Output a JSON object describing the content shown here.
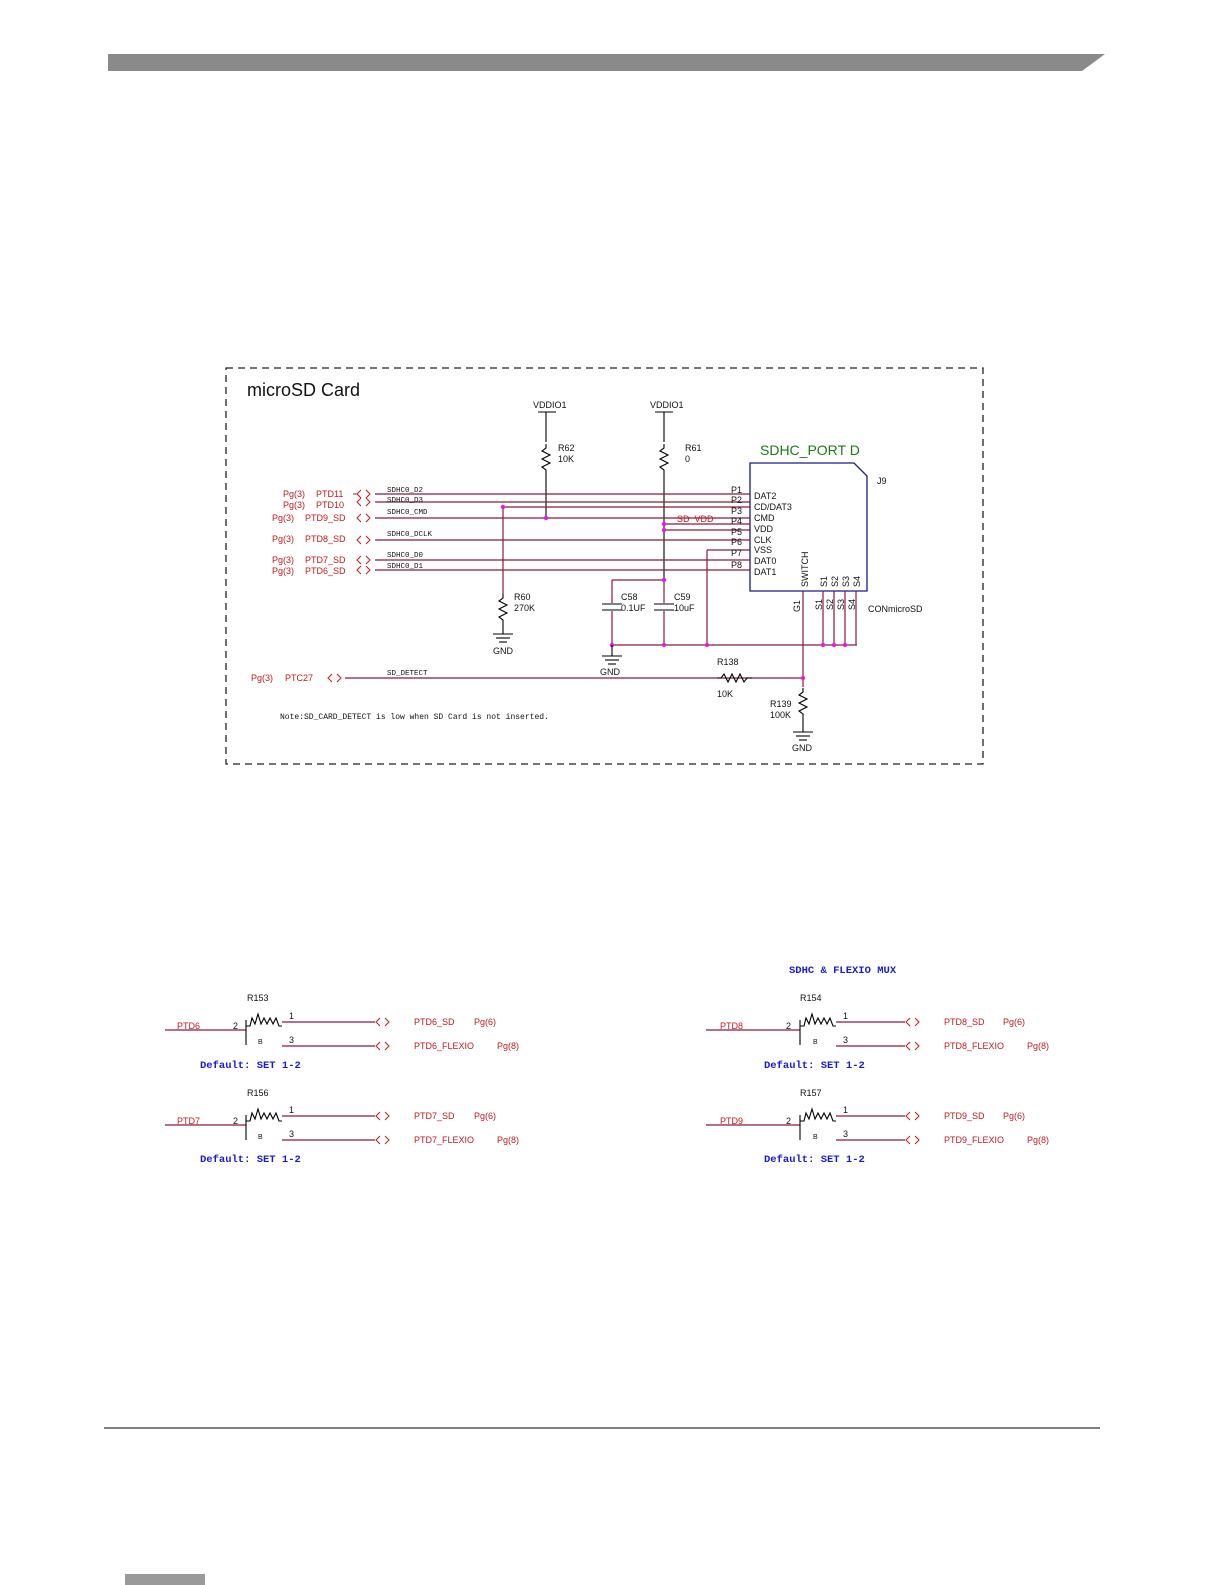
{
  "microsd": {
    "title": "microSD Card",
    "vddio_left": "VDDIO1",
    "vddio_right": "VDDIO1",
    "r62": {
      "ref": "R62",
      "val": "10K"
    },
    "r61": {
      "ref": "R61",
      "val": "0"
    },
    "r60": {
      "ref": "R60",
      "val": "270K"
    },
    "c58": {
      "ref": "C58",
      "val": "0.1UF"
    },
    "c59": {
      "ref": "C59",
      "val": "10uF"
    },
    "r138": {
      "ref": "R138",
      "val": "10K"
    },
    "r139": {
      "ref": "R139",
      "val": "100K"
    },
    "gnd": "GND",
    "port_label": "SDHC_PORT D",
    "j9": "J9",
    "connector": "CONmicroSD",
    "switch": "SWITCH",
    "g1": "G1",
    "sd_vdd": "SD_VDD",
    "note": "Note:SD_CARD_DETECT is low when SD Card is not inserted.",
    "nets": [
      {
        "pg": "Pg(3)",
        "port": "PTD11",
        "net": "SDHC0_D2"
      },
      {
        "pg": "Pg(3)",
        "port": "PTD10",
        "net": "SDHC0_D3"
      },
      {
        "pg": "Pg(3)",
        "port": "PTD9_SD",
        "net": "SDHC0_CMD"
      },
      {
        "pg": "Pg(3)",
        "port": "PTD8_SD",
        "net": "SDHC0_DCLK"
      },
      {
        "pg": "Pg(3)",
        "port": "PTD7_SD",
        "net": "SDHC0_D0"
      },
      {
        "pg": "Pg(3)",
        "port": "PTD6_SD",
        "net": "SDHC0_D1"
      },
      {
        "pg": "Pg(3)",
        "port": "PTC27",
        "net": "SD_DETECT"
      }
    ],
    "pins": [
      "P1",
      "P2",
      "P3",
      "P4",
      "P5",
      "P6",
      "P7",
      "P8"
    ],
    "pin_names": [
      "DAT2",
      "CD/DAT3",
      "CMD",
      "VDD",
      "CLK",
      "VSS",
      "DAT0",
      "DAT1"
    ],
    "s_top": [
      "S1",
      "S2",
      "S3",
      "S4"
    ],
    "s_bot": [
      "S1",
      "S2",
      "S3",
      "S4"
    ]
  },
  "mux": {
    "title": "SDHC & FLEXIO MUX",
    "blocks": [
      {
        "ref": "R153",
        "in": "PTD6",
        "out1": "PTD6_SD",
        "pg1": "Pg(6)",
        "out3": "PTD6_FLEXIO",
        "pg3": "Pg(8)",
        "default": "Default: SET 1-2"
      },
      {
        "ref": "R154",
        "in": "PTD8",
        "out1": "PTD8_SD",
        "pg1": "Pg(6)",
        "out3": "PTD8_FLEXIO",
        "pg3": "Pg(8)",
        "default": "Default: SET 1-2"
      },
      {
        "ref": "R156",
        "in": "PTD7",
        "out1": "PTD7_SD",
        "pg1": "Pg(6)",
        "out3": "PTD7_FLEXIO",
        "pg3": "Pg(8)",
        "default": "Default: SET 1-2"
      },
      {
        "ref": "R157",
        "in": "PTD9",
        "out1": "PTD9_SD",
        "pg1": "Pg(6)",
        "out3": "PTD9_FLEXIO",
        "pg3": "Pg(8)",
        "default": "Default: SET 1-2"
      }
    ],
    "pin1": "1",
    "pin2": "2",
    "pin3": "3",
    "b": "B"
  },
  "colors": {
    "header_bar": "#8a8a8a",
    "net_red": "#c0191f",
    "wire": "#8b1a3a",
    "title_blue": "#1a1ad0",
    "junction": "#e020e0"
  }
}
